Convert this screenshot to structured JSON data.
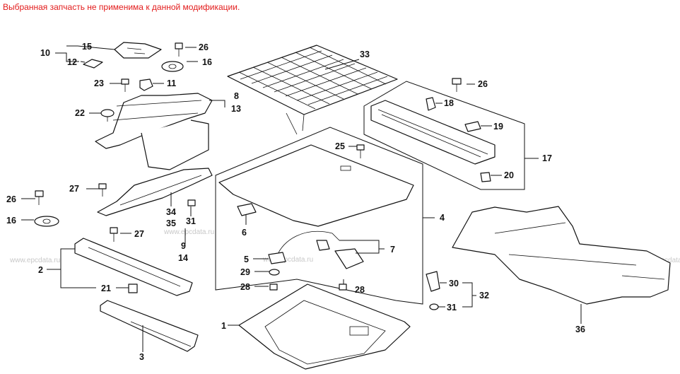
{
  "notice": "Выбранная запчасть не применима к данной модификации.",
  "watermarks": [
    {
      "id": "wm-left",
      "text": "www.epcdata.ru"
    },
    {
      "id": "wm-mid",
      "text": "www.epcdata.ru"
    },
    {
      "id": "wm-mid2",
      "text": "www.epcdata.ru"
    },
    {
      "id": "wm-right",
      "text": "www.epcdata.ru"
    }
  ],
  "callouts": {
    "c10": "10",
    "c15": "15",
    "c12": "12",
    "c26a": "26",
    "c16a": "16",
    "c23": "23",
    "c11": "11",
    "c8": "8",
    "c13": "13",
    "c22": "22",
    "c33": "33",
    "c26b": "26",
    "c18": "18",
    "c19": "19",
    "c17": "17",
    "c20": "20",
    "c25": "25",
    "c27a": "27",
    "c26c": "26",
    "c16b": "16",
    "c34": "34",
    "c35": "35",
    "c31a": "31",
    "c9": "9",
    "c14": "14",
    "c27b": "27",
    "c4": "4",
    "c6": "6",
    "c7": "7",
    "c5": "5",
    "c29": "29",
    "c28a": "28",
    "c28b": "28",
    "c2": "2",
    "c21": "21",
    "c3": "3",
    "c1": "1",
    "c30": "30",
    "c31b": "31",
    "c32": "32",
    "c36": "36"
  }
}
